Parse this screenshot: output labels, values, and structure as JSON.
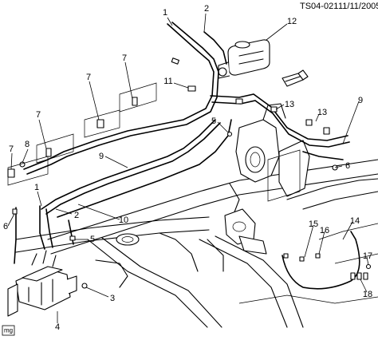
{
  "header": {
    "diagram_code": "TS04-021",
    "date": "11/11/2005"
  },
  "footer": {
    "badge_text": "mg"
  },
  "callouts": [
    {
      "id": "c1a",
      "label": "1"
    },
    {
      "id": "c2a",
      "label": "2"
    },
    {
      "id": "c12",
      "label": "12"
    },
    {
      "id": "c7a",
      "label": "7"
    },
    {
      "id": "c11",
      "label": "11"
    },
    {
      "id": "c7b",
      "label": "7"
    },
    {
      "id": "c13a",
      "label": "13"
    },
    {
      "id": "c13b",
      "label": "13"
    },
    {
      "id": "c7c",
      "label": "7"
    },
    {
      "id": "c5a",
      "label": "5"
    },
    {
      "id": "c9a",
      "label": "9"
    },
    {
      "id": "c9b",
      "label": "9"
    },
    {
      "id": "c7d",
      "label": "7"
    },
    {
      "id": "c8",
      "label": "8"
    },
    {
      "id": "c6a",
      "label": "6"
    },
    {
      "id": "c1b",
      "label": "1"
    },
    {
      "id": "c2b",
      "label": "2"
    },
    {
      "id": "c10",
      "label": "10"
    },
    {
      "id": "c6b",
      "label": "6"
    },
    {
      "id": "c5b",
      "label": "5"
    },
    {
      "id": "c14",
      "label": "14"
    },
    {
      "id": "c15",
      "label": "15"
    },
    {
      "id": "c16",
      "label": "16"
    },
    {
      "id": "c17",
      "label": "17"
    },
    {
      "id": "c18",
      "label": "18"
    },
    {
      "id": "c4",
      "label": "4"
    },
    {
      "id": "c3",
      "label": "3"
    }
  ]
}
